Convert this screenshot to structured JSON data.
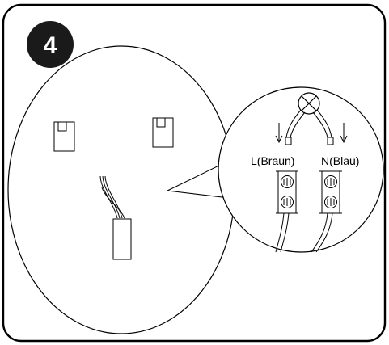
{
  "step": {
    "number": "4"
  },
  "wiring": {
    "live_label": "L(Braun)",
    "neutral_label": "N(Blau)"
  },
  "colors": {
    "line": "#000000",
    "background": "#ffffff",
    "badge": "#1a1a1a"
  }
}
